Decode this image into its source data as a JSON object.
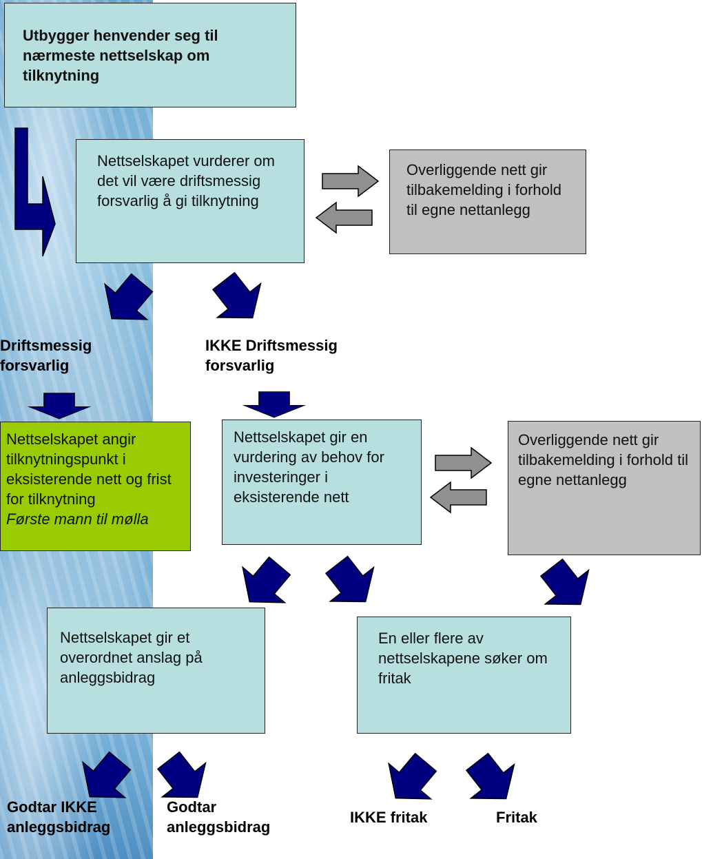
{
  "boxes": {
    "start": "Utbygger henvender seg til nærmeste nettselskap om tilknytning",
    "assess": "Nettselskapet vurderer om det vil være driftsmessig forsvarlig å gi tilknytning",
    "upper_net_1": "Overliggende nett gir tilbakemelding i forhold til egne nettanlegg",
    "connection_point": "Nettselskapet angir tilknytningspunkt i eksisterende nett og frist for tilknytning",
    "connection_point_note": "Første mann til mølla",
    "investment_need": "Nettselskapet gir en vurdering av behov for investeringer i eksisterende nett",
    "upper_net_2": "Overliggende nett gir tilbakemelding i forhold til egne nettanlegg",
    "contribution_estimate": "Nettselskapet gir et overordnet anslag på anleggsbidrag",
    "exemption_apply": "En eller flere av nettselskapene søker om fritak"
  },
  "labels": {
    "responsible": "Driftsmessig forsvarlig",
    "not_responsible": "IKKE Driftsmessig forsvarlig",
    "reject_contribution": "Godtar IKKE anleggsbidrag",
    "accept_contribution": "Godtar anleggsbidrag",
    "no_exemption": "IKKE fritak",
    "exemption": "Fritak"
  },
  "colors": {
    "flow_box": "#b7dfe0",
    "upper_net_box": "#c0c0c0",
    "outcome_box": "#99cc00",
    "arrow": "#000080",
    "exchange_arrow": "#909090"
  }
}
